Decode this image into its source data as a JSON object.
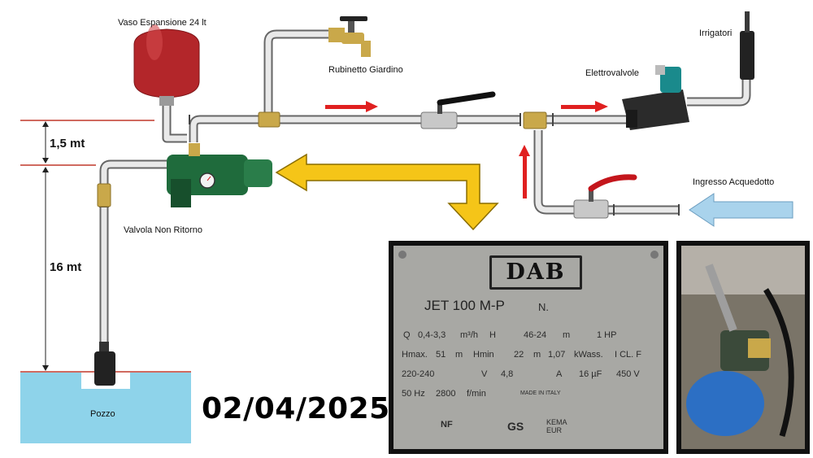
{
  "labels": {
    "expansion_tank": "Vaso Espansione 24 lt",
    "garden_tap": "Rubinetto Giardino",
    "sprinklers": "Irrigatori",
    "solenoid_valves": "Elettrovalvole",
    "mains_inlet": "Ingresso Acquedotto",
    "check_valve": "Valvola Non Ritorno",
    "well": "Pozzo"
  },
  "measurements": {
    "upper_height": "1,5 mt",
    "lower_depth": "16 mt"
  },
  "date": "02/04/2025",
  "plate": {
    "brand": "DAB",
    "model": "JET 100 M-P",
    "n_label": "N.",
    "row1": {
      "q_label": "Q",
      "q_value": "0,4-3,3",
      "q_unit": "m³/h",
      "h_label": "H",
      "h_value": "46-24",
      "h_unit": "m",
      "power": "1 HP"
    },
    "row2": {
      "hmax_label": "Hmax.",
      "hmax_value": "51",
      "hmax_unit": "m",
      "hmin_label": "Hmin",
      "hmin_value": "22",
      "hmin_unit": "m",
      "kw": "1,07",
      "kw_unit": "kWass.",
      "class": "I CL. F"
    },
    "row3": {
      "voltage": "220-240",
      "v_unit": "V",
      "amps": "4,8",
      "a_unit": "A",
      "cap": "16 µF",
      "cap_v": "450 V"
    },
    "row4": {
      "freq": "50 Hz",
      "rpm": "2800",
      "rpm_unit": "f/min",
      "made_in": "MADE IN ITALY"
    },
    "certs": [
      "NF",
      "GS",
      "KEMA EUR"
    ]
  },
  "colors": {
    "pipe_outline": "#666666",
    "pipe_fill": "#e9e9e9",
    "flow_arrow": "#e02020",
    "big_arrow": "#f5c518",
    "inlet_arrow": "#a9d3ec",
    "measure_line": "#c0392b",
    "well_water": "#8ed3ea",
    "tank": "#b3262a",
    "pump": "#1f6b3c"
  }
}
